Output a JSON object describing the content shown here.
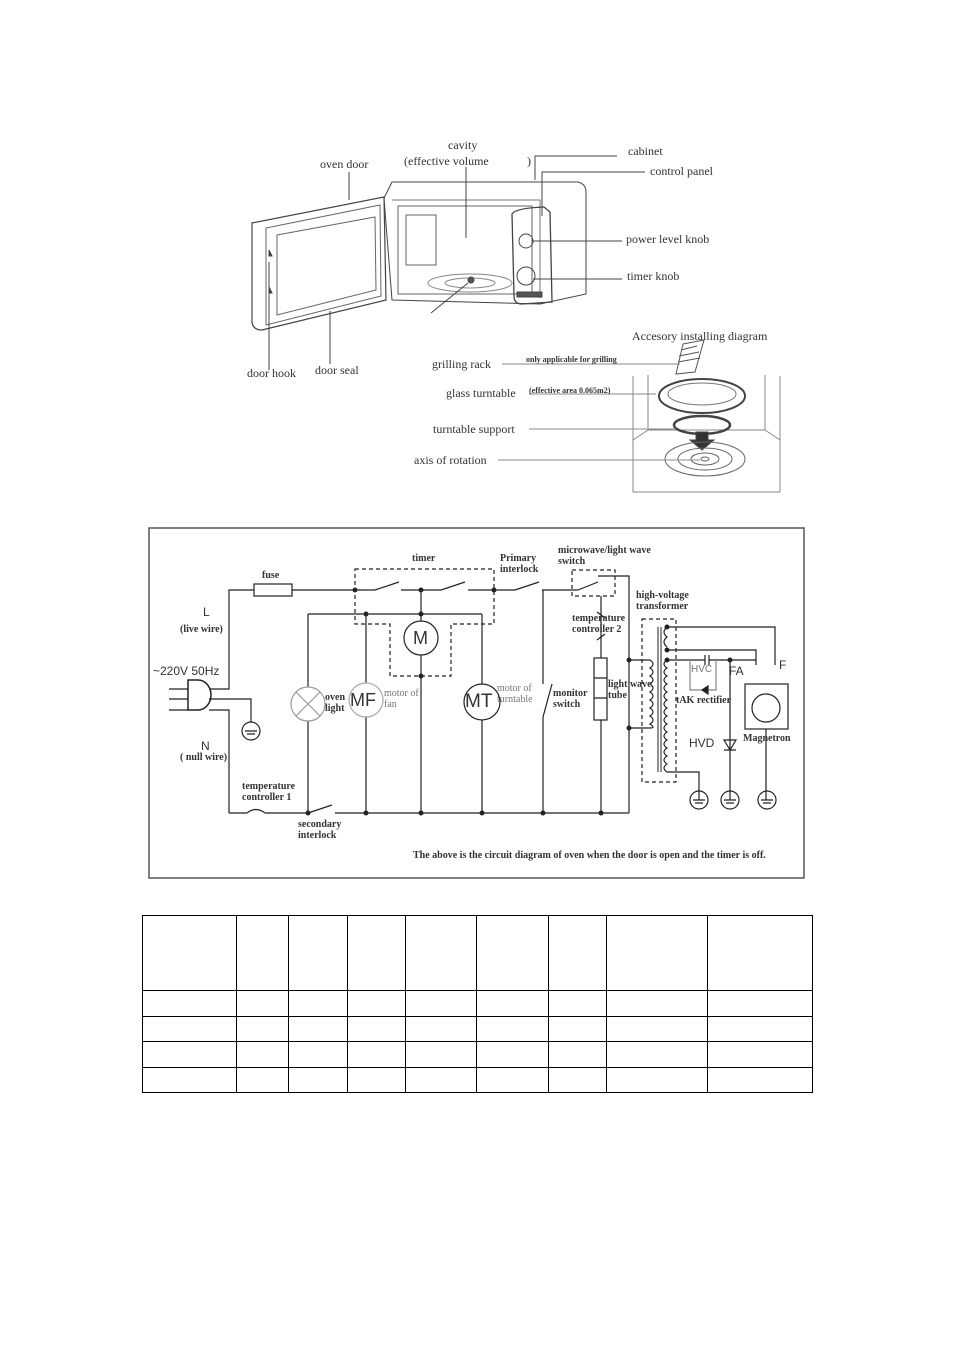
{
  "overview": {
    "oven_door": "oven door",
    "cavity": "cavity",
    "cavity_sub": "(effective volume",
    "cavity_close": ")",
    "cabinet": "cabinet",
    "control_panel": "control panel",
    "power_level_knob": "power level knob",
    "timer_knob": "timer knob",
    "door_hook": "door hook",
    "door_seal": "door seal",
    "accessory_title": "Accesory installing diagram",
    "grilling_rack": "grilling rack",
    "grilling_note": "only applicable for grilling",
    "glass_turntable": "glass turntable",
    "turntable_note": "(effective area 0.065m2)",
    "turntable_support": "turntable support",
    "axis_of_rotation": "axis of rotation"
  },
  "circuit": {
    "fuse": "fuse",
    "L": "L",
    "live_wire": "(live wire)",
    "supply": "~220V 50Hz",
    "N": "N",
    "null_wire": "( null wire)",
    "timer": "timer",
    "primary_interlock_1": "Primary",
    "primary_interlock_2": "interlock",
    "mw_switch_1": "microwave/light wave",
    "mw_switch_2": "switch",
    "hv_transformer_1": "high-voltage",
    "hv_transformer_2": "transformer",
    "temp_ctrl2_1": "temperature",
    "temp_ctrl2_2": "controller 2",
    "motor_M": "M",
    "oven_light_1": "oven",
    "oven_light_2": "light",
    "MF": "MF",
    "motor_fan_1": "motor of",
    "motor_fan_2": "fan",
    "MT": "MT",
    "motor_tt_1": "motor of",
    "motor_tt_2": "turntable",
    "monitor_1": "monitor",
    "monitor_2": "switch",
    "lw_tube_1": "light wave",
    "lw_tube_2": "tube",
    "HVC": "HVC",
    "FA": "FA",
    "F": "F",
    "rectifier": "tAK rectifier",
    "HVD": "HVD",
    "magnetron": "Magnetron",
    "temp_ctrl1_1": "temperature",
    "temp_ctrl1_2": "controller 1",
    "sec_interlock_1": "secondary",
    "sec_interlock_2": "interlock",
    "caption": "The above is the circuit diagram of oven when the door is open and the timer is off."
  },
  "table": {
    "columns": 9,
    "rows": 5
  }
}
